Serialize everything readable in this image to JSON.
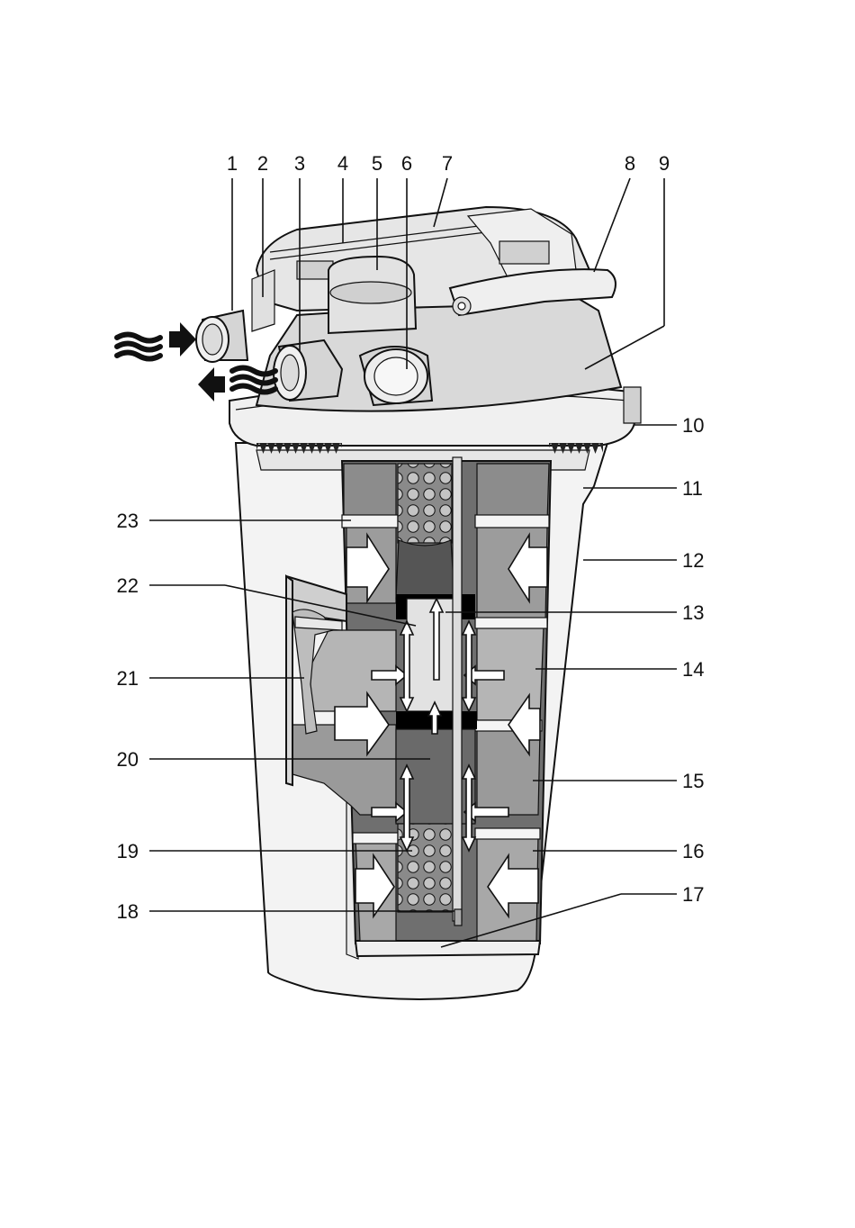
{
  "callouts": [
    {
      "id": "1",
      "text": "1"
    },
    {
      "id": "2",
      "text": "2"
    },
    {
      "id": "3",
      "text": "3"
    },
    {
      "id": "4",
      "text": "4"
    },
    {
      "id": "5",
      "text": "5"
    },
    {
      "id": "6",
      "text": "6"
    },
    {
      "id": "7",
      "text": "7"
    },
    {
      "id": "8",
      "text": "8"
    },
    {
      "id": "9",
      "text": "9"
    },
    {
      "id": "10",
      "text": "10"
    },
    {
      "id": "11",
      "text": "11"
    },
    {
      "id": "12",
      "text": "12"
    },
    {
      "id": "13",
      "text": "13"
    },
    {
      "id": "14",
      "text": "14"
    },
    {
      "id": "15",
      "text": "15"
    },
    {
      "id": "16",
      "text": "16"
    },
    {
      "id": "17",
      "text": "17"
    },
    {
      "id": "18",
      "text": "18"
    },
    {
      "id": "19",
      "text": "19"
    },
    {
      "id": "20",
      "text": "20"
    },
    {
      "id": "21",
      "text": "21"
    },
    {
      "id": "22",
      "text": "22"
    },
    {
      "id": "23",
      "text": "23"
    }
  ],
  "colors": {
    "background": "#ffffff",
    "line": "#111111",
    "housing": "#f2f2f2",
    "lid": "#d6d6d6",
    "foam_dark": "#7d7d7d",
    "foam_mid": "#9a9a9a",
    "foam_light": "#b8b8b8",
    "core_light": "#e3e3e3",
    "arrow_fill": "#ffffff",
    "black": "#000000"
  },
  "icons": [
    "water-wave-icon",
    "flow-arrow-icon"
  ]
}
